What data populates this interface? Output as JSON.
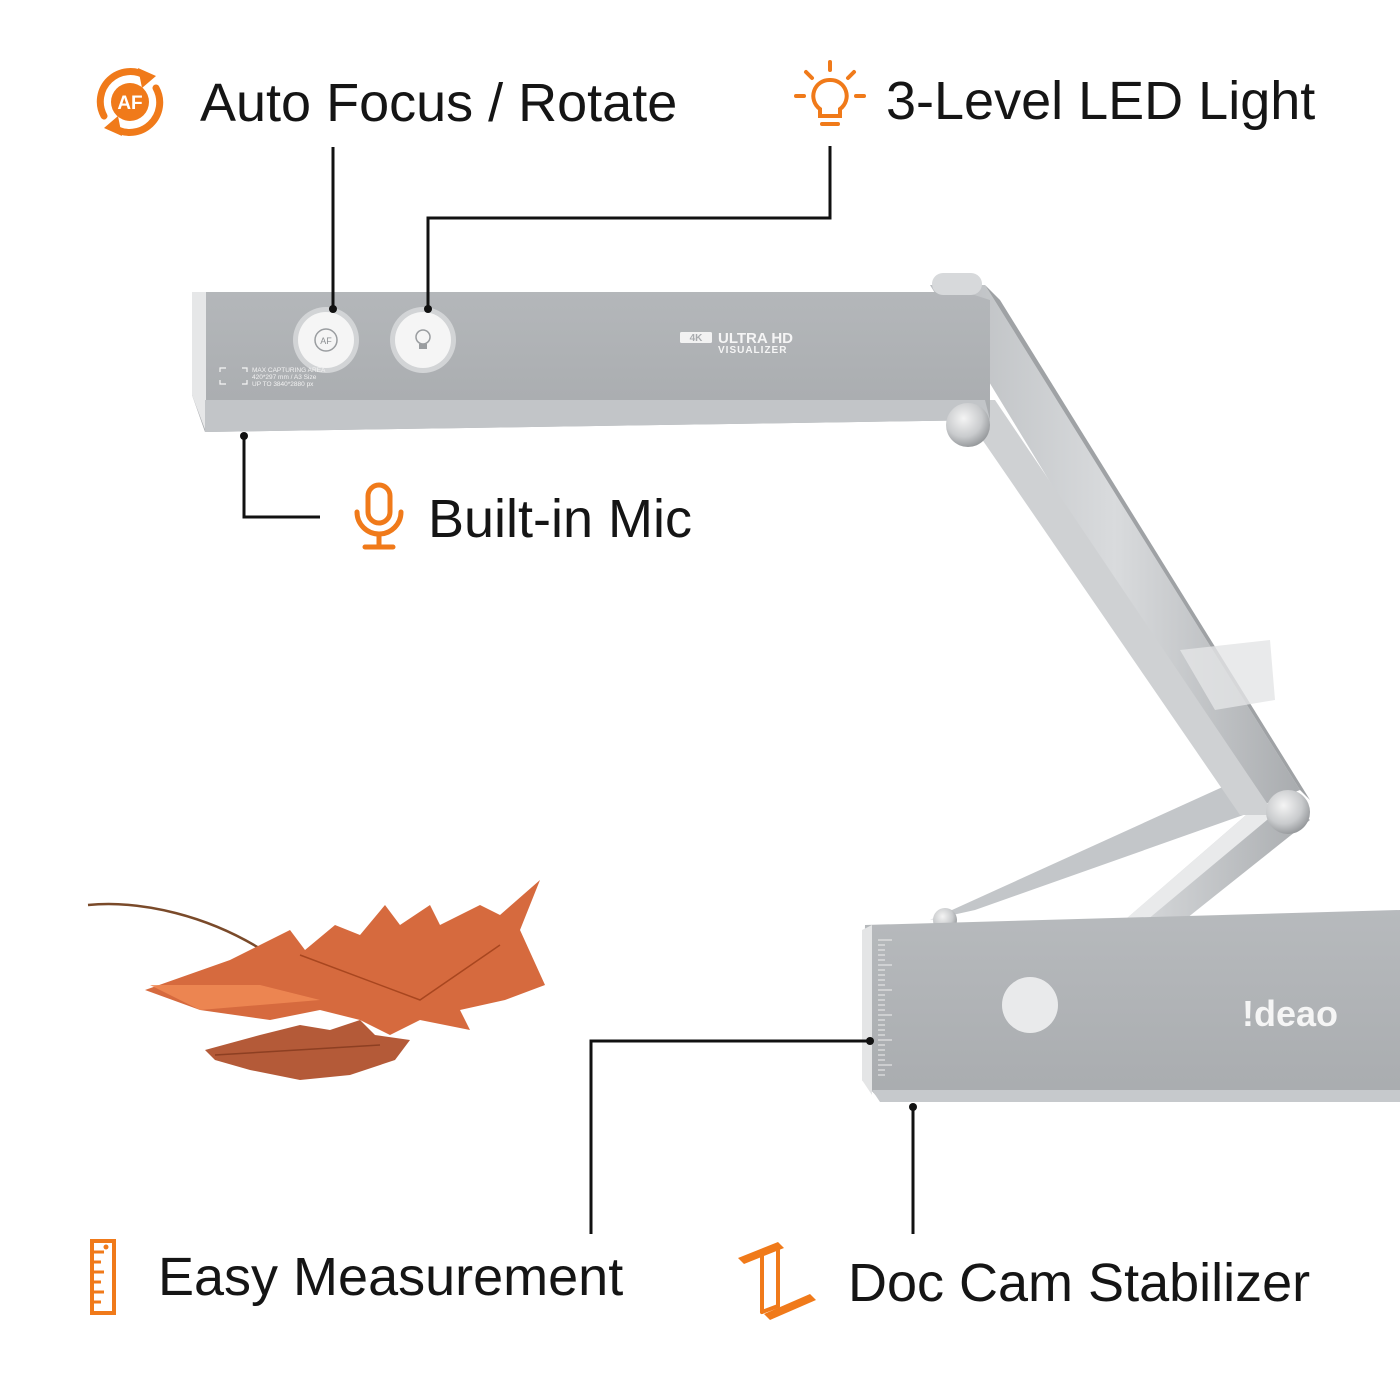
{
  "accent_color": "#f07a1a",
  "features": {
    "auto_focus": {
      "label": "Auto Focus / Rotate",
      "icon": "af-rotate-icon",
      "icon_text": "AF"
    },
    "led_light": {
      "label": "3-Level LED Light",
      "icon": "lightbulb-icon"
    },
    "mic": {
      "label": "Built-in Mic",
      "icon": "microphone-icon"
    },
    "measurement": {
      "label": "Easy Measurement",
      "icon": "ruler-icon"
    },
    "stabilizer": {
      "label": "Doc Cam Stabilizer",
      "icon": "stand-icon"
    }
  },
  "device": {
    "badge": "4K",
    "model_line1": "ULTRA HD",
    "model_line2": "VISUALIZER",
    "af_button_text": "AF",
    "spec_line1": "MAX CAPTURING AREA",
    "spec_line2": "420*297 mm / A3 Size",
    "spec_line3": "UP TO 3840*2880 px",
    "brand": "!deao"
  }
}
